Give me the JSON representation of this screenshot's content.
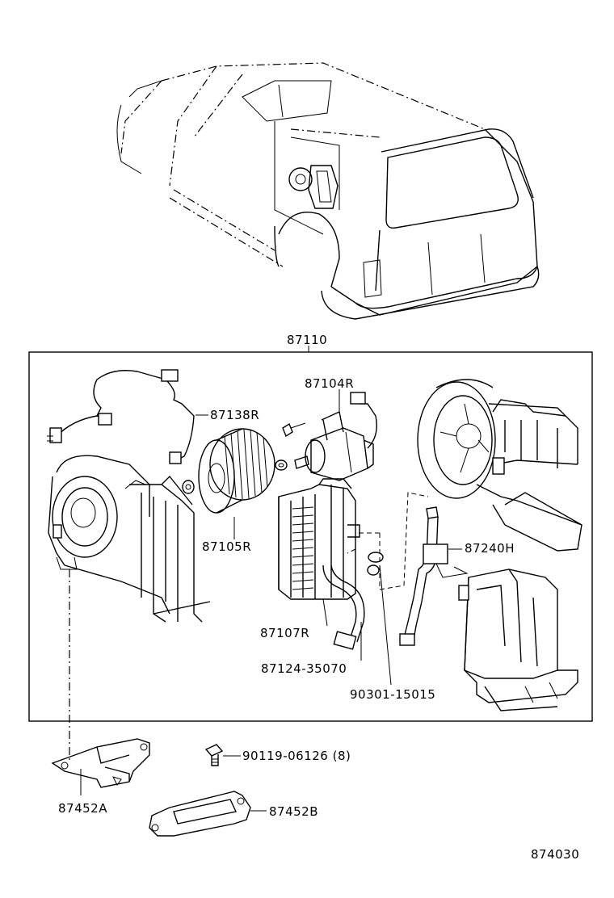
{
  "labels": {
    "assembly": "87110",
    "wire_harness": "87138R",
    "motor": "87104R",
    "fan": "87105R",
    "evaporator": "87107R",
    "hose_left": "87124-35070",
    "clamp": "90301-15015",
    "valve": "87240H",
    "bolt": "90119-06126 (8)",
    "bracket_a": "87452A",
    "bracket_b": "87452B",
    "diagram_number": "874030"
  }
}
